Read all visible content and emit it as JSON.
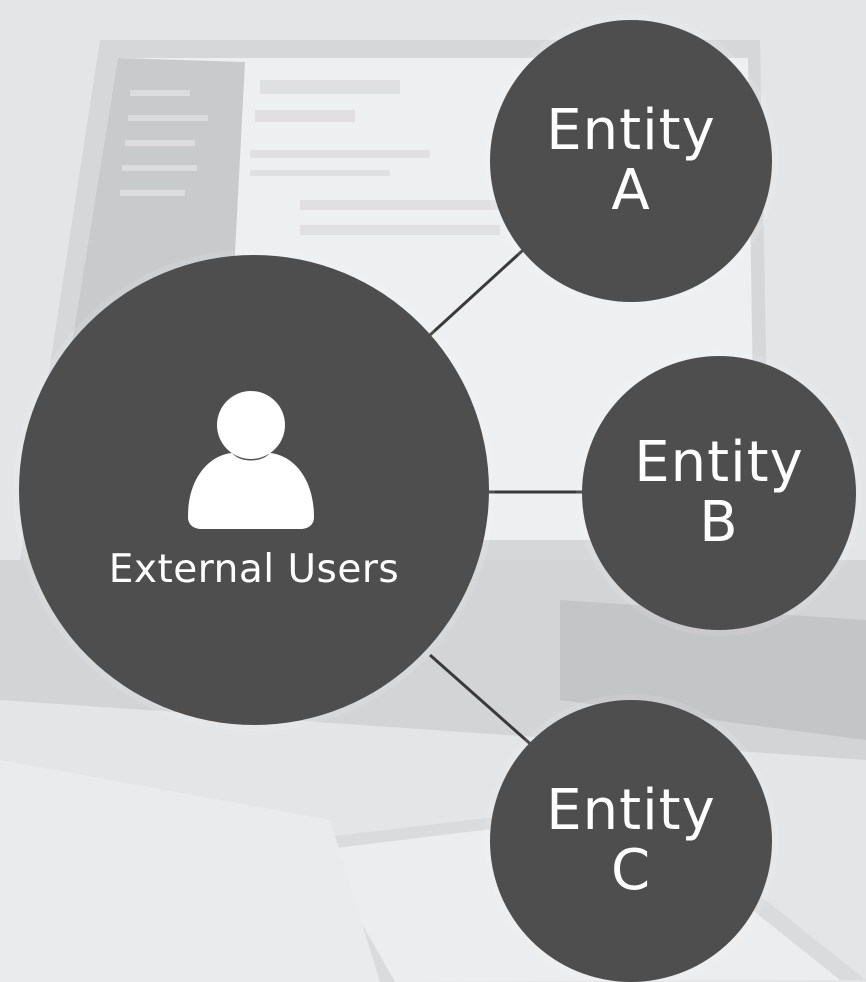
{
  "diagram": {
    "center": {
      "label": "External Users",
      "icon": "user-icon"
    },
    "entities": [
      {
        "id": "a",
        "line1": "Entity",
        "line2": "A"
      },
      {
        "id": "b",
        "line1": "Entity",
        "line2": "B"
      },
      {
        "id": "c",
        "line1": "Entity",
        "line2": "C"
      }
    ]
  },
  "colors": {
    "node_fill": "#4e4e4e",
    "connector": "#3a3a3a",
    "text": "#ffffff",
    "background": "#e3e4e6"
  }
}
